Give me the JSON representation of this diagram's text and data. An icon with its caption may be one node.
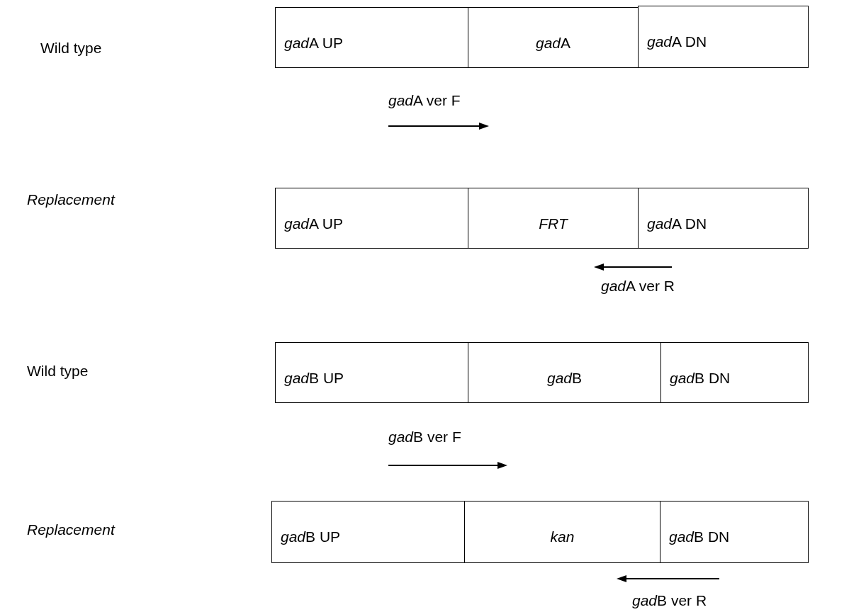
{
  "diagram": {
    "nodes": [
      {
        "text": [
          "gadA UP"
        ]
      },
      {
        "text": [
          "gadA"
        ]
      },
      {
        "text": [
          "gadA DN"
        ]
      },
      {
        "text": [
          "gadA UP"
        ]
      },
      {
        "text": [
          "FRT"
        ]
      },
      {
        "text": [
          "gadA DN"
        ]
      },
      {
        "text": [
          "gadB UP"
        ]
      },
      {
        "text": [
          "gadB"
        ]
      },
      {
        "text": [
          "gadB DN"
        ]
      },
      {
        "text": [
          "gadB UP"
        ]
      },
      {
        "text": [
          "kan"
        ]
      },
      {
        "text": [
          "gadB DN"
        ]
      }
    ],
    "edges": [],
    "labels": [
      "Wild type",
      "gadA ver F",
      "Replacement",
      "gadA ver R",
      "Wild type",
      "gadB ver F",
      "Replacement",
      "gadB ver R"
    ]
  }
}
